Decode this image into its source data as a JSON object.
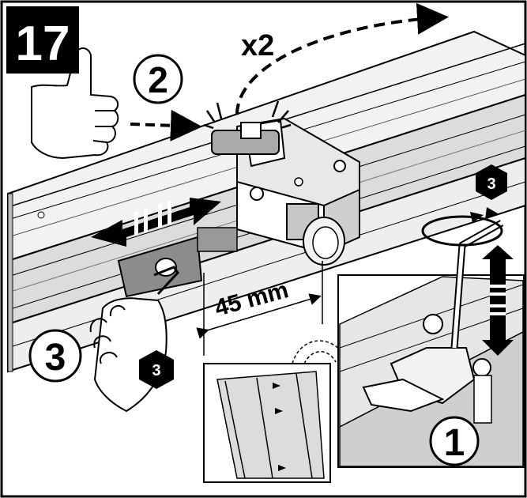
{
  "step": {
    "number": "17"
  },
  "labels": {
    "repeat": "x2",
    "step_two": "2",
    "step_three": "3",
    "step_one": "1",
    "distance": "45 mm",
    "hex_size_top": "3",
    "hex_size_bottom": "3"
  },
  "colors": {
    "ink": "#000000",
    "paper": "#ffffff",
    "rail_gray": "#bfbfbf",
    "block_gray": "#8c8c8c",
    "light_gray": "#e6e6e6"
  }
}
